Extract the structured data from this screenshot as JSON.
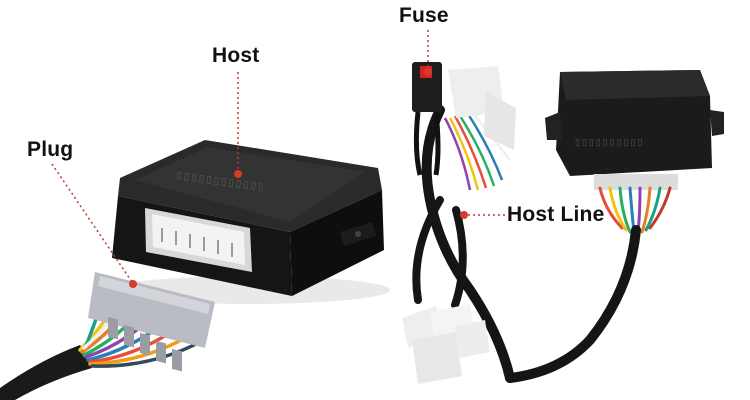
{
  "labels": {
    "host": "Host",
    "plug": "Plug",
    "fuse": "Fuse",
    "host_line": "Host Line"
  },
  "colors": {
    "leader_line": "#c0392b",
    "marker_dot": "#d63a2a",
    "module_body": "#1b1b1b",
    "connector_gray": "#b9bcc2",
    "connector_white": "#eeeeee",
    "fuse_red": "#d42020"
  },
  "illustrations": [
    "plug-connector",
    "host-module",
    "host-line-harness",
    "fuse-holder"
  ]
}
